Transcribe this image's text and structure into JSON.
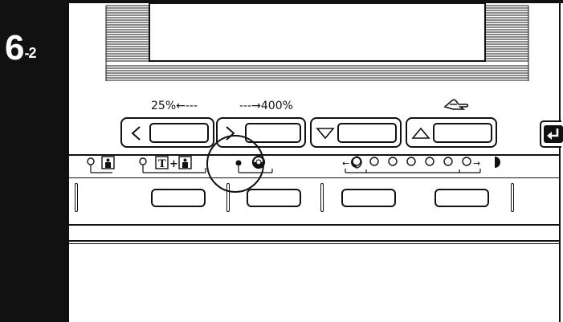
{
  "page": {
    "section_tab": "6",
    "section_sub": "-2"
  },
  "zoom_keys": {
    "reduce_label": "25%←---",
    "enlarge_label": "---→400%"
  },
  "exposure": {
    "lamp_count": 7,
    "lighter_arrow": "←",
    "darker_arrow": "→"
  },
  "mode_icons": {
    "text_glyph": "T",
    "plus": "+"
  },
  "colors": {
    "ink": "#111111",
    "paper": "#ffffff"
  }
}
